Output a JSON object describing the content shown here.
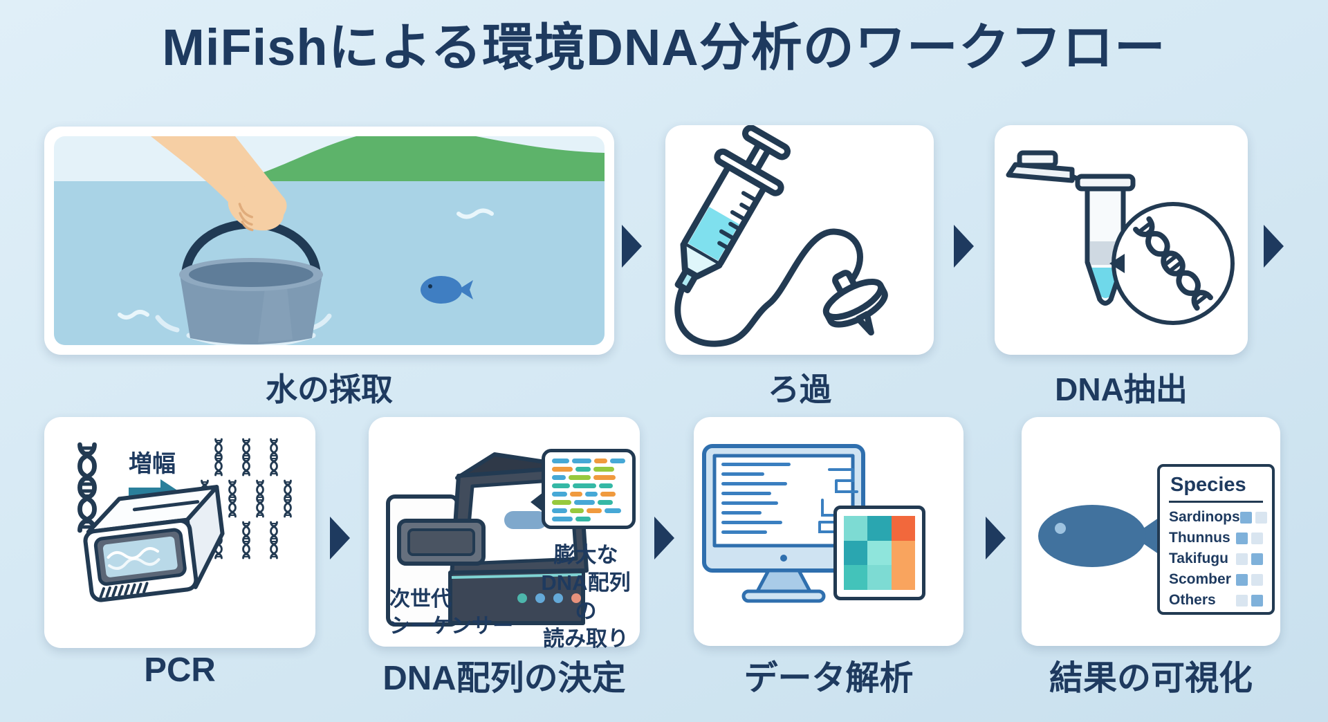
{
  "title": "MiFishによる環境DNA分析のワークフロー",
  "colors": {
    "navy": "#1e3a5f",
    "line_art": "#223a52",
    "amplify_arrow_teal": "#2a7f9b",
    "panel_background": "#ffffff",
    "page_background_top": "#e0eff8",
    "page_background_bottom": "#c9e0ee",
    "abundance": {
      "dark": "#7fb1da",
      "light": "#d9e5f0"
    },
    "seq_bar_palette": {
      "blue": "#46a8d6",
      "teal": "#35b8a5",
      "green": "#97c93d",
      "orange": "#f09a3e"
    }
  },
  "steps": [
    {
      "id": "water-sampling",
      "label": "水の採取"
    },
    {
      "id": "filtration",
      "label": "ろ過"
    },
    {
      "id": "dna-extraction",
      "label": "DNA抽出"
    },
    {
      "id": "pcr",
      "label": "PCR",
      "amplify_label": "増幅"
    },
    {
      "id": "sequencing",
      "label": "DNA配列の決定",
      "machine_caption": [
        "次世代",
        "シーケンサー"
      ],
      "bubble_caption": [
        "膨大な",
        "DNA配列の",
        "読み取り"
      ],
      "bubble_rows": [
        [
          {
            "w": 26,
            "c": "blue"
          },
          {
            "w": 28,
            "c": "blue"
          },
          {
            "w": 20,
            "c": "orange"
          },
          {
            "w": 22,
            "c": "blue"
          }
        ],
        [
          {
            "w": 30,
            "c": "orange"
          },
          {
            "w": 22,
            "c": "teal"
          },
          {
            "w": 30,
            "c": "green"
          }
        ],
        [
          {
            "w": 20,
            "c": "blue"
          },
          {
            "w": 32,
            "c": "green"
          },
          {
            "w": 32,
            "c": "orange"
          }
        ],
        [
          {
            "w": 26,
            "c": "teal"
          },
          {
            "w": 34,
            "c": "teal"
          },
          {
            "w": 20,
            "c": "teal"
          }
        ],
        [
          {
            "w": 22,
            "c": "blue"
          },
          {
            "w": 18,
            "c": "orange"
          },
          {
            "w": 18,
            "c": "blue"
          },
          {
            "w": 22,
            "c": "orange"
          }
        ],
        [
          {
            "w": 28,
            "c": "green"
          },
          {
            "w": 30,
            "c": "blue"
          },
          {
            "w": 22,
            "c": "teal"
          }
        ],
        [
          {
            "w": 22,
            "c": "blue"
          },
          {
            "w": 20,
            "c": "green"
          },
          {
            "w": 22,
            "c": "orange"
          },
          {
            "w": 24,
            "c": "blue"
          }
        ],
        [
          {
            "w": 30,
            "c": "blue"
          },
          {
            "w": 22,
            "c": "teal"
          }
        ]
      ]
    },
    {
      "id": "data-analysis",
      "label": "データ解析",
      "heatmap": [
        [
          "#7ddbd3",
          "#2aa6b0",
          "#f2683c"
        ],
        [
          "#2aa6b0",
          "#8fe5dc",
          "#f9a45e"
        ],
        [
          "#43c3ba",
          "#7ddbd3",
          "#f9a45e"
        ]
      ]
    },
    {
      "id": "visualization",
      "label": "結果の可視化",
      "card": {
        "title": "Species",
        "rows": [
          {
            "name": "Sardinops",
            "cells": [
              "dark",
              "light"
            ]
          },
          {
            "name": "Thunnus",
            "cells": [
              "dark",
              "light"
            ]
          },
          {
            "name": "Takifugu",
            "cells": [
              "light",
              "dark"
            ]
          },
          {
            "name": "Scomber",
            "cells": [
              "dark",
              "light"
            ]
          },
          {
            "name": "Others",
            "cells": [
              "light",
              "dark"
            ]
          }
        ]
      }
    }
  ]
}
